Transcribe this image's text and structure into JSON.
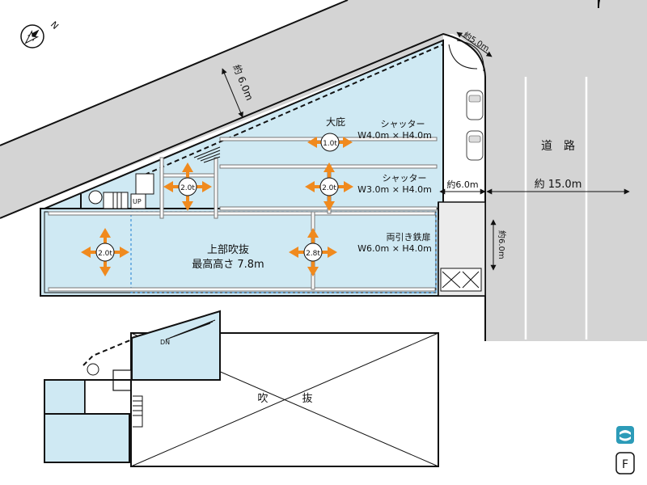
{
  "compass": {
    "label": "N"
  },
  "ground_floor": {
    "yard_label": "大庇",
    "shutter1": {
      "name": "シャッター",
      "size": "W4.0m × H4.0m"
    },
    "shutter2": {
      "name": "シャッター",
      "size": "W3.0m × H4.0m"
    },
    "sliding_door": {
      "name": "両引き鉄扉",
      "size": "W6.0m × H4.0m"
    },
    "void_label_1": "上部吹抜",
    "void_label_2": "最高高さ 7.8m",
    "cranes": [
      "1.0t",
      "2.0t",
      "2.0t",
      "2.0t",
      "2.8t"
    ],
    "stair_up": "UP"
  },
  "dimensions": {
    "top_left_road": "約 6.0m",
    "corner": "約5.0m",
    "front_depth": "約6.0m",
    "road_width": "約 15.0m",
    "side_depth": "約6.0m"
  },
  "road": {
    "label": "道　路"
  },
  "second_floor": {
    "stair_down": "DN",
    "void_labels": [
      "吹",
      "抜"
    ]
  },
  "badge": {
    "letter": "F"
  },
  "colors": {
    "room": "#cfe9f3",
    "road": "#d4d4d4",
    "crane_arrow": "#f08a1e",
    "logo": "#2c9bb8"
  }
}
